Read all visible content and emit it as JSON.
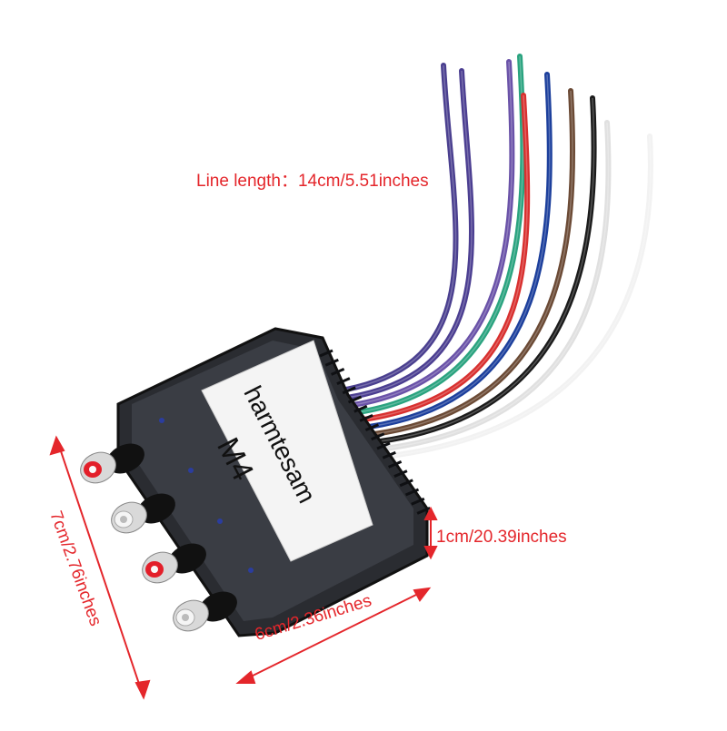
{
  "annotations": {
    "line_length": "Line length：14cm/5.51inches",
    "height": "1cm/20.39inches",
    "width": "6cm/2.36inches",
    "depth": "7cm/2.76inches",
    "annotation_color": "#e4262b"
  },
  "device_label": {
    "brand": "harmtesam",
    "model": "M4"
  },
  "wire_colors": [
    "#4a3f8f",
    "#4b3e91",
    "#6a52a8",
    "#2aa37f",
    "#d8302f",
    "#1c3f9c",
    "#6b4a35",
    "#1b1b1b",
    "#e0e0e0",
    "#f2f2f2"
  ],
  "rca_jack_count": 4
}
